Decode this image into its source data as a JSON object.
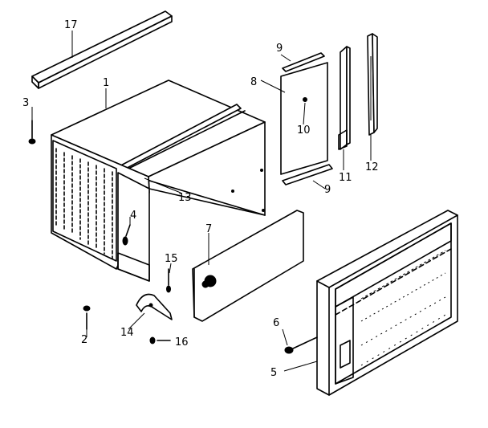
{
  "callouts": [
    {
      "id": "p1",
      "text": "1"
    },
    {
      "id": "p2",
      "text": "2"
    },
    {
      "id": "p3",
      "text": "3"
    },
    {
      "id": "p4",
      "text": "4"
    },
    {
      "id": "p5",
      "text": "5"
    },
    {
      "id": "p6",
      "text": "6"
    },
    {
      "id": "p7",
      "text": "7"
    },
    {
      "id": "p8",
      "text": "8"
    },
    {
      "id": "p9a",
      "text": "9"
    },
    {
      "id": "p9b",
      "text": "9"
    },
    {
      "id": "p10",
      "text": "10"
    },
    {
      "id": "p11",
      "text": "11"
    },
    {
      "id": "p12",
      "text": "12"
    },
    {
      "id": "p13",
      "text": "13"
    },
    {
      "id": "p14",
      "text": "14"
    },
    {
      "id": "p15",
      "text": "15"
    },
    {
      "id": "p16",
      "text": "16"
    },
    {
      "id": "p17",
      "text": "17"
    }
  ]
}
